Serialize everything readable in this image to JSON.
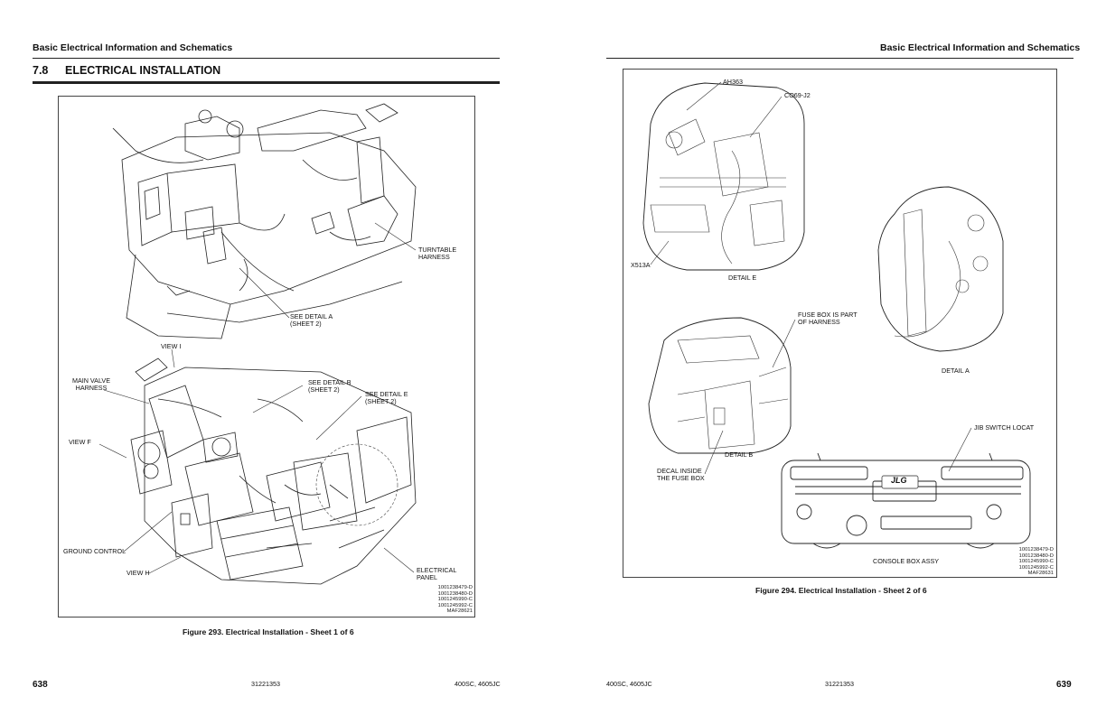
{
  "left_page": {
    "running_header": "Basic Electrical Information and Schematics",
    "section_number": "7.8",
    "section_title": "ELECTRICAL INSTALLATION",
    "figure": {
      "callouts": {
        "turntable_harness": "TURNTABLE\nHARNESS",
        "see_detail_a": "SEE DETAIL A\n(SHEET 2)",
        "view_i": "VIEW I",
        "main_valve_harness": "MAIN VALVE\nHARNESS",
        "see_detail_b": "SEE DETAIL B\n(SHEET 2)",
        "see_detail_e": "SEE DETAIL E\n(SHEET 2)",
        "view_f": "VIEW F",
        "ground_control": "GROUND CONTROL",
        "view_h": "VIEW H",
        "electrical_panel": "ELECTRICAL\nPANEL"
      },
      "part_numbers": [
        "1001238479-D",
        "1001238480-D",
        "1001245990-C",
        "1001245992-C",
        "MAF28621"
      ],
      "caption": "Figure 293. Electrical Installation - Sheet 1 of 6"
    },
    "footer": {
      "page_number": "638",
      "doc_number": "31221353",
      "models": "400SC, 4605JC"
    }
  },
  "right_page": {
    "running_header": "Basic Electrical Information and Schematics",
    "figure": {
      "callouts": {
        "ah363": "AH363",
        "co69_j2": "CO69-J2",
        "x513a": "X513A",
        "detail_e": "DETAIL E",
        "fuse_box_part": "FUSE BOX IS PART\nOF HARNESS",
        "detail_a": "DETAIL A",
        "jib_switch": "JIB SWITCH LOCAT",
        "detail_b": "DETAIL B",
        "decal_inside": "DECAL INSIDE\nTHE FUSE BOX",
        "console_box_assy": "CONSOLE BOX ASSY",
        "jlg_logo": "JLG"
      },
      "part_numbers": [
        "1001238479-D",
        "1001238480-D",
        "1001245990-C",
        "1001245992-C",
        "MAF28631"
      ],
      "caption": "Figure 294. Electrical Installation - Sheet 2 of 6"
    },
    "footer": {
      "models": "400SC, 4605JC",
      "doc_number": "31221353",
      "page_number": "639"
    }
  }
}
